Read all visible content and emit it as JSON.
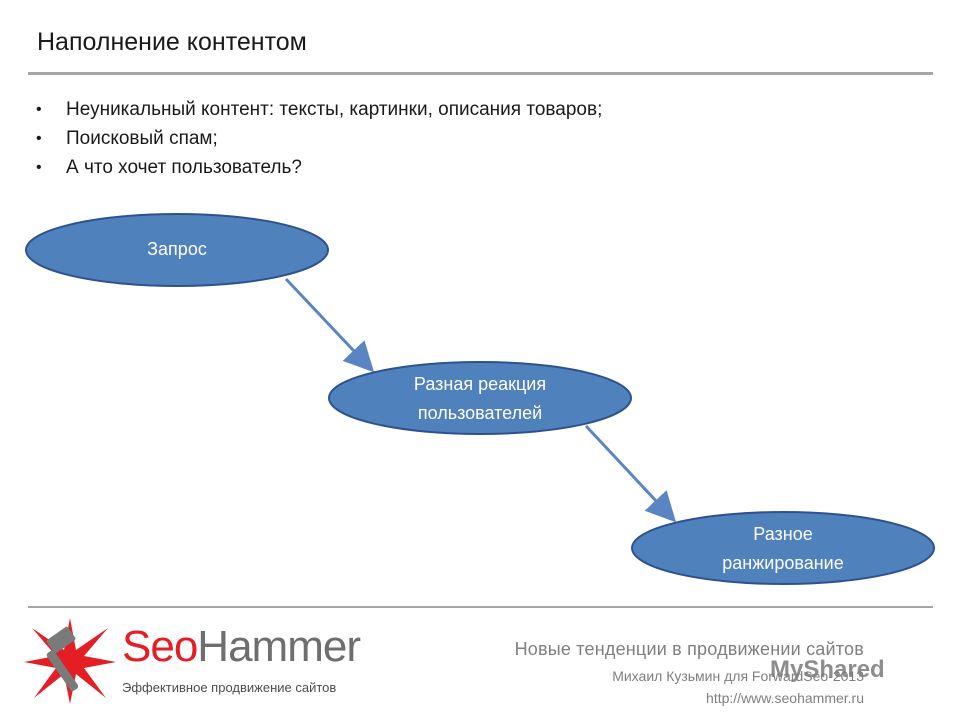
{
  "slide": {
    "title": "Наполнение контентом",
    "bullets": [
      "Неуникальный контент: тексты, картинки, описания товаров;",
      "Поисковый спам;",
      "А что хочет пользователь?"
    ]
  },
  "flow": {
    "nodes": [
      {
        "lines": [
          "Запрос"
        ]
      },
      {
        "lines": [
          "Разная реакция",
          "пользователей"
        ]
      },
      {
        "lines": [
          "Разное",
          "ранжирование"
        ]
      }
    ],
    "colors": {
      "fill": "#4f81bd",
      "stroke": "#2f528f",
      "arrow": "#5b85c2"
    }
  },
  "footer": {
    "title": "Новые тенденции в продвижении сайтов",
    "author": "Михаил Кузьмин для ForwardSeo-2013",
    "url": "http://www.seohammer.ru",
    "logo_name_part1": "Seo",
    "logo_name_part2": "Hammer",
    "logo_tagline": "Эффективное продвижение сайтов",
    "logo_color": "#e31e24"
  },
  "watermark": {
    "text": "MyShared"
  }
}
